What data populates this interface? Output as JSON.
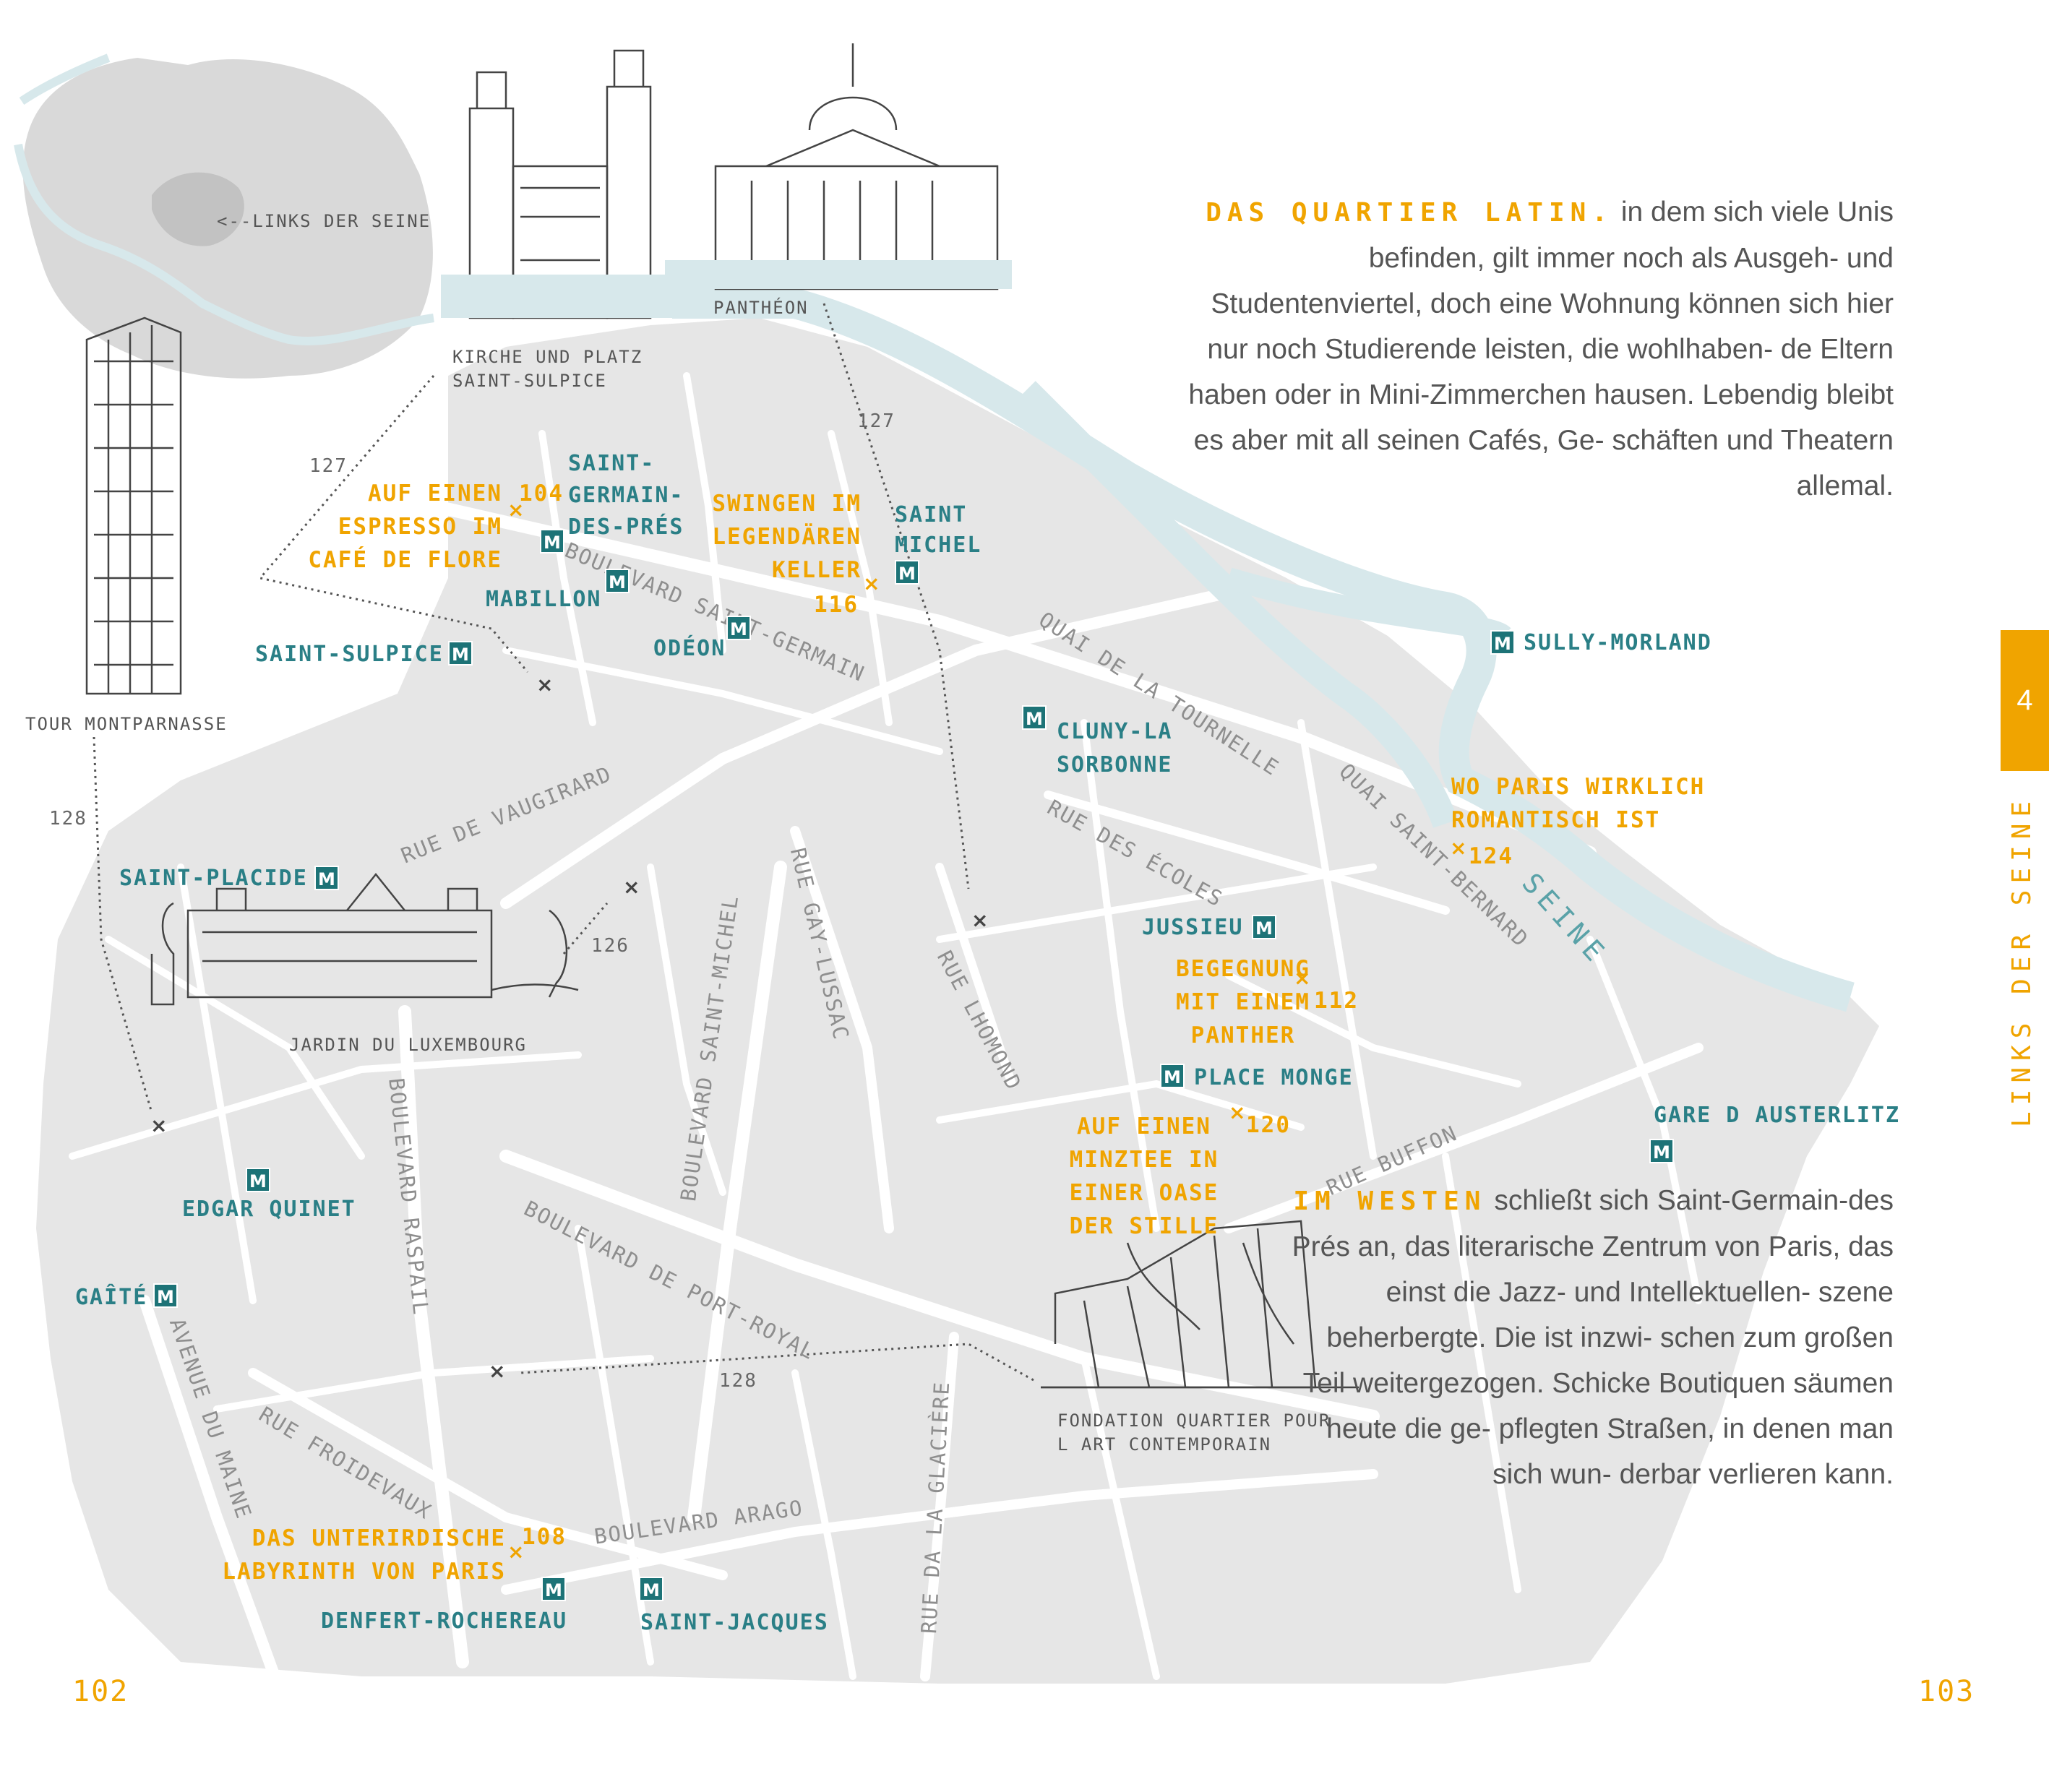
{
  "theme": {
    "accent": "#f0a400",
    "metro": "#1d7377",
    "metro_text": "#2a7f86",
    "water": "#d7e8eb",
    "land": "#e8e8e8",
    "roads": "#ffffff"
  },
  "page_left": "102",
  "page_right": "103",
  "chapter": {
    "number": "4",
    "label": "LINKS DER SEINE"
  },
  "intro": {
    "lead": "DAS QUARTIER LATIN.",
    "text": "in dem sich viele Unis befinden, gilt immer noch als Ausgeh- und Studentenviertel, doch eine Wohnung können sich hier nur noch Studierende leisten, die wohlhaben- de Eltern haben oder in Mini-Zimmerchen hausen. Lebendig bleibt es aber mit all seinen Cafés, Ge- schäften und Theatern allemal."
  },
  "west": {
    "lead": "IM WESTEN",
    "text": "schließt sich Saint-Germain-des Prés an, das literarische Zentrum von Paris, das einst die Jazz- und Intellektuellen- szene beherbergte. Die ist inzwi- schen zum großen Teil weitergezogen. Schicke Boutiquen säumen heute die ge- pflegten Straßen, in denen man sich wun- derbar verlieren kann."
  },
  "locator": {
    "label": "<--LINKS DER SEINE"
  },
  "metro_icon": "M",
  "metro_stations": [
    "SAINT-GERMAIN-DES-PRÉS",
    "MABILLON",
    "SAINT-SULPICE",
    "ODÉON",
    "SAINT MICHEL",
    "CLUNY-LA SORBONNE",
    "SULLY-MORLAND",
    "SAINT-PLACIDE",
    "JUSSIEU",
    "PLACE MONGE",
    "GARE D AUSTERLITZ",
    "EDGAR QUINET",
    "GAÎTÉ",
    "DENFERT-ROCHEREAU",
    "SAINT-JACQUES"
  ],
  "pois": [
    {
      "title": "AUF EINEN ESPRESSO IM CAFÉ DE FLORE",
      "page": "104"
    },
    {
      "title": "SWINGEN IM LEGENDÄREN KELLER",
      "page": "116"
    },
    {
      "title": "WO PARIS WIRKLICH ROMANTISCH IST",
      "page": "124"
    },
    {
      "title": "BEGEGNUNG MIT EINEM PANTHER",
      "page": "112"
    },
    {
      "title": "AUF EINEN MINZTEE IN EINER OASE DER STILLE",
      "page": "120"
    },
    {
      "title": "DAS UNTERIRDISCHE LABYRINTH VON PARIS",
      "page": "108"
    }
  ],
  "poi_lines": {
    "flore": [
      "AUF EINEN",
      "ESPRESSO IM",
      "CAFÉ DE FLORE"
    ],
    "keller": [
      "SWINGEN IM",
      "LEGENDÄREN",
      "KELLER"
    ],
    "romantisch": [
      "WO PARIS WIRKLICH",
      "ROMANTISCH IST"
    ],
    "panther": [
      "BEGEGNUNG",
      "MIT EINEM",
      "PANTHER"
    ],
    "minztee": [
      "AUF EINEN",
      "MINZTEE IN",
      "EINER OASE",
      "DER STILLE"
    ],
    "labyrinth": [
      "DAS UNTERIRDISCHE",
      "LABYRINTH VON PARIS"
    ]
  },
  "landmarks": [
    {
      "label": "KIRCHE UND PLATZ SAINT-SULPICE",
      "page": "127"
    },
    {
      "label": "PANTHÉON",
      "page": "127"
    },
    {
      "label": "TOUR MONTPARNASSE",
      "page": "128"
    },
    {
      "label": "JARDIN DU LUXEMBOURG",
      "page": "126"
    },
    {
      "label": "FONDATION QUARTIER POUR L ART CONTEMPORAIN",
      "page": "128"
    }
  ],
  "streets": [
    "BOULEVARD SAINT-GERMAIN",
    "QUAI DE LA TOURNELLE",
    "QUAI SAINT-BERNARD",
    "RUE DE VAUGIRARD",
    "RUE DES ÉCOLES",
    "BOULEVARD SAINT-MICHEL",
    "RUE GAY-LUSSAC",
    "RUE LHOMOND",
    "RUE BUFFON",
    "BOULEVARD RASPAIL",
    "BOULEVARD DE PORT-ROYAL",
    "AVENUE DU MAINE",
    "RUE FROIDEVAUX",
    "BOULEVARD ARAGO",
    "RUE DA LA GLACIÈRE"
  ],
  "river": "SEINE"
}
